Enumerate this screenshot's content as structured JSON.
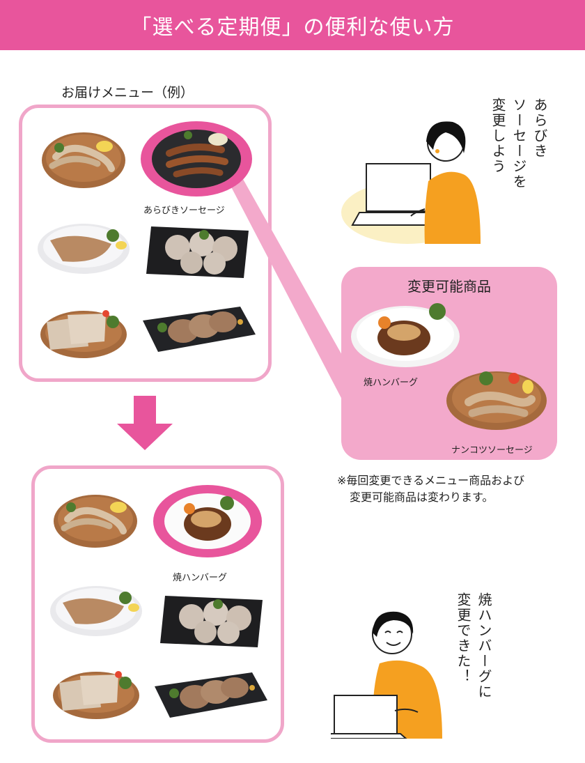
{
  "header": {
    "title": "「選べる定期便」の便利な使い方"
  },
  "before": {
    "caption": "お届けメニュー（例）",
    "highlight_label": "あらびきソーセージ"
  },
  "after": {
    "highlight_label": "焼ハンバーグ"
  },
  "speech": {
    "top": [
      "あらびき",
      "ソーセージを",
      "変更しよう"
    ],
    "bottom": [
      "焼ハンバーグに",
      "変更できた！"
    ]
  },
  "changeable": {
    "title": "変更可能商品",
    "items": [
      {
        "label": "焼ハンバーグ"
      },
      {
        "label": "ナンコツソーセージ"
      }
    ]
  },
  "note": {
    "line1": "※毎回変更できるメニュー商品および",
    "line2": "変更可能商品は変わります。"
  },
  "colors": {
    "accent": "#e8559c",
    "box_border": "#f0a6c9",
    "panel": "#f3a9cb"
  }
}
